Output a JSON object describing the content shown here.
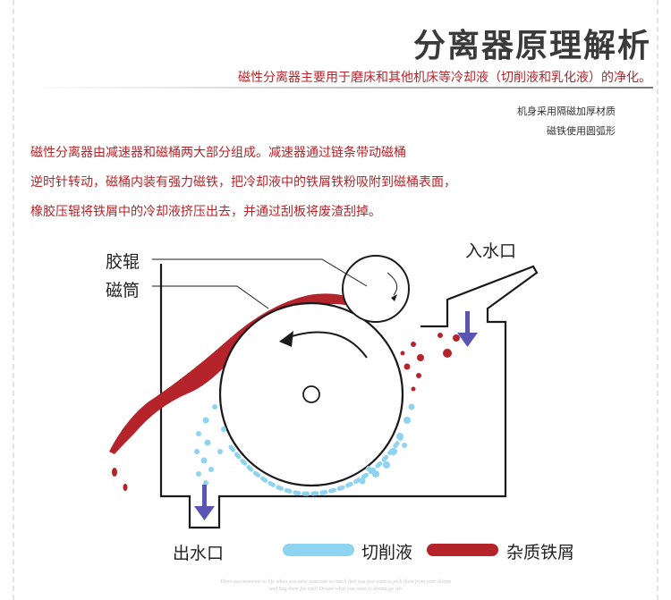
{
  "title": "分离器原理解析",
  "subtitle": "磁性分离器主要用于磨床和其他机床等冷却液（切削液和乳化液）的净化。",
  "features": [
    "机身采用隔磁加厚材质",
    "磁铁使用圆弧形"
  ],
  "description": [
    "磁性分离器由减速器和磁桶两大部分组成。减速器通过链条带动磁桶",
    "逆时针转动，磁桶内装有强力磁铁，把冷却液中的铁屑铁粉吸附到磁桶表面，",
    "橡胶压辊将铁屑中的冷却液挤压出去，并通过刮板将废渣刮掉。"
  ],
  "labels": {
    "roller": "胶辊",
    "drum": "磁筒",
    "inlet": "入水口",
    "outlet": "出水口"
  },
  "legend": {
    "coolant": "切削液",
    "impurity": "杂质铁屑"
  },
  "footer": [
    "There are moments in life when you miss someone so much that you just want to pick them from your dream",
    "and hug them for real! Dream what you want to dream;go wh"
  ],
  "colors": {
    "accent_red": "#b5242a",
    "coolant_blue": "#8ed3f0",
    "arrow_purple": "#5a55b0",
    "text_dark": "#222222"
  },
  "icons": [
    "rotation-arrow-icon",
    "down-arrow-icon"
  ]
}
